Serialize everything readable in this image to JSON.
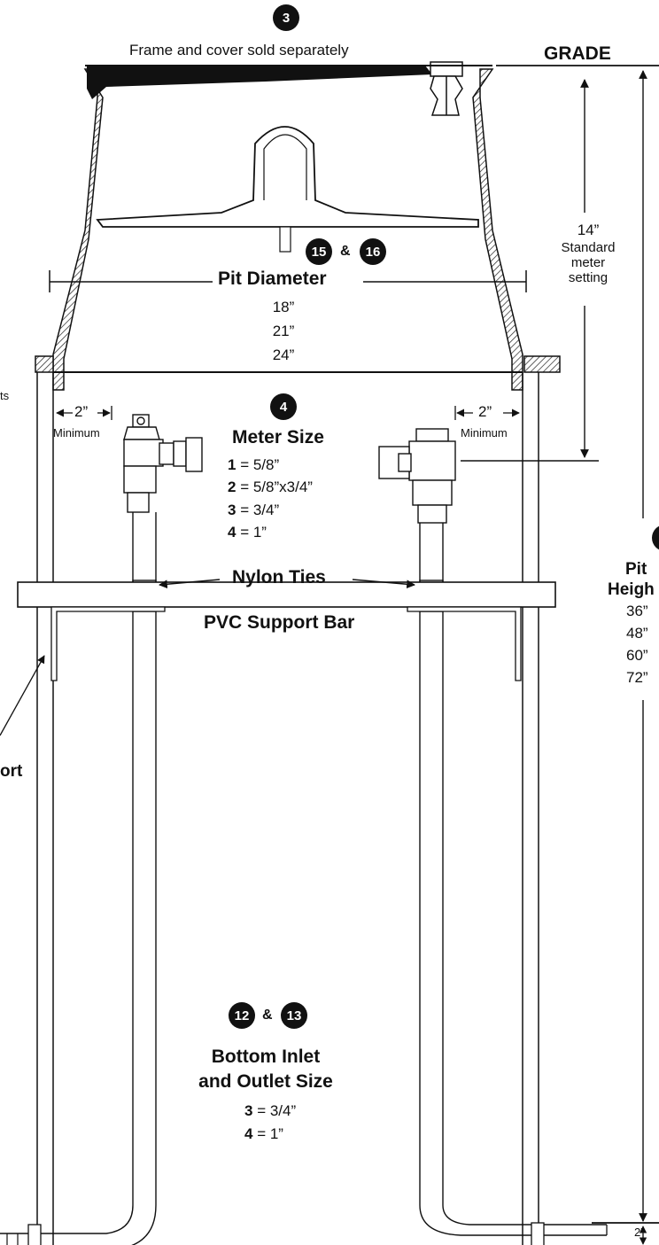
{
  "header": {
    "badge_frame": "3",
    "frame_note": "Frame and cover sold separately",
    "grade_label": "GRADE"
  },
  "setting": {
    "depth": "14”",
    "line1": "Standard",
    "line2": "meter",
    "line3": "setting"
  },
  "diameter": {
    "badge_a": "15",
    "amp": "&",
    "badge_b": "16",
    "title": "Pit Diameter",
    "options": [
      "18”",
      "21”",
      "24”"
    ]
  },
  "clearance": {
    "left_value": "2”",
    "left_label": "Minimum",
    "right_value": "2”",
    "right_label": "Minimum"
  },
  "left_edge_fragment": "ts",
  "meter": {
    "badge": "4",
    "title": "Meter Size",
    "options": [
      {
        "code": "1",
        "value": " = 5/8”"
      },
      {
        "code": "2",
        "value": " = 5/8”x3/4”"
      },
      {
        "code": "3",
        "value": " = 3/4”"
      },
      {
        "code": "4",
        "value": " = 1”"
      }
    ]
  },
  "ties": {
    "label": "Nylon Ties"
  },
  "support_bar": {
    "label": "PVC Support Bar"
  },
  "support_fragment": "ort",
  "pit_height": {
    "line1": "Pit",
    "line2": "Heigh",
    "options": [
      "36”",
      "48”",
      "60”",
      "72”"
    ]
  },
  "bottom": {
    "badge_a": "12",
    "amp": "&",
    "badge_b": "13",
    "title1": "Bottom Inlet",
    "title2": "and Outlet Size",
    "options": [
      {
        "code": "3",
        "value": " = 3/4”"
      },
      {
        "code": "4",
        "value": " = 1”"
      }
    ]
  },
  "bottom_gap": "2”"
}
